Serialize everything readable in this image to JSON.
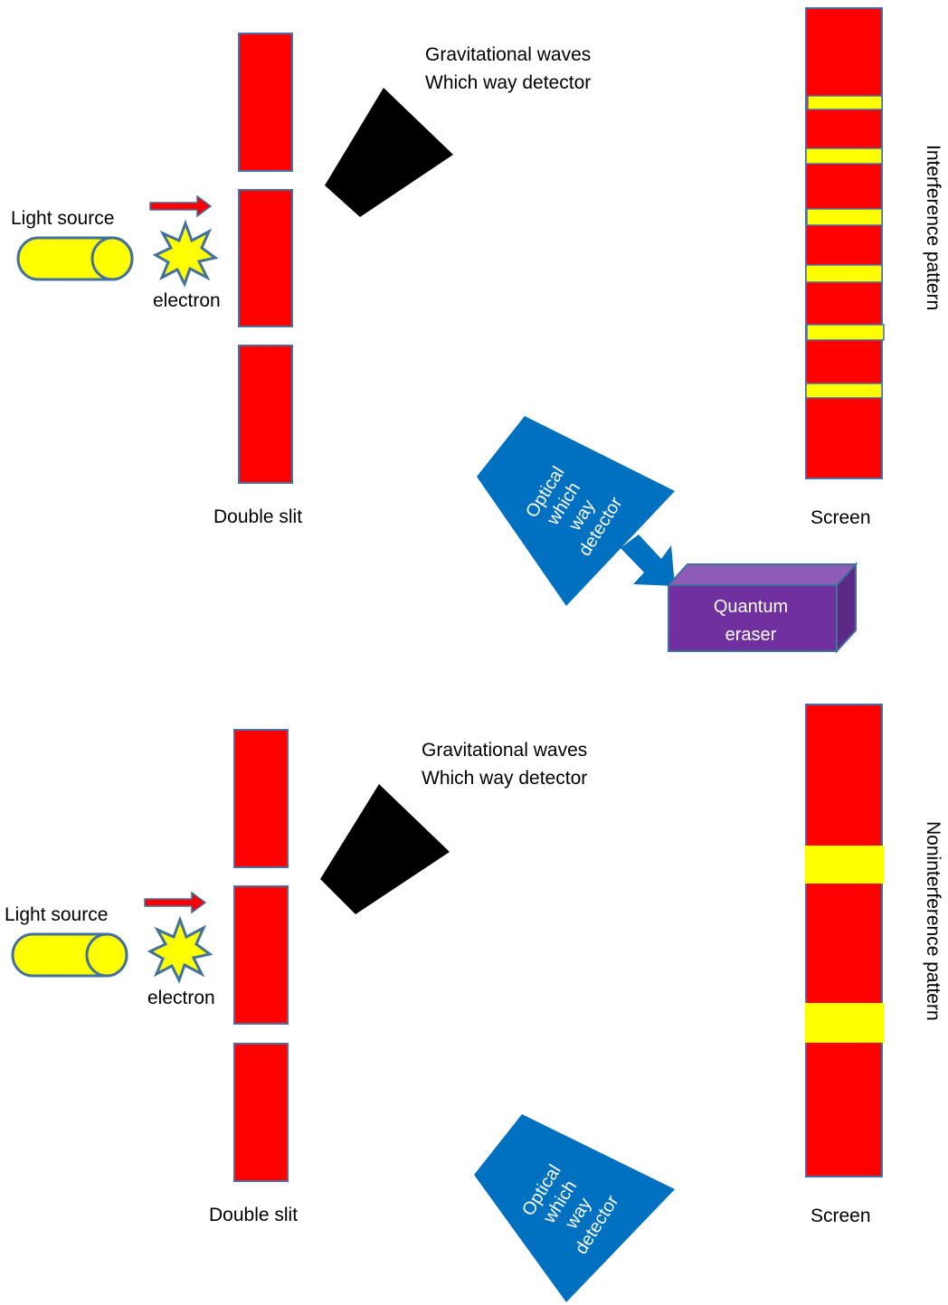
{
  "colors": {
    "slit": "#ff0000",
    "slit_border": "#4a6fa5",
    "source": "#ffff00",
    "source_border": "#41719c",
    "arrow": "#ff0000",
    "grav_detector": "#000000",
    "optical_detector": "#0070c0",
    "eraser": "#7030a0",
    "band": "#ffff00",
    "screen": "#ff0000"
  },
  "icons": {
    "light_source": "cylinder-icon",
    "electron": "burst-star-icon",
    "direction": "right-arrow-icon"
  },
  "top": {
    "light_source_label": "Light source",
    "electron_label": "electron",
    "slit_label": "Double slit",
    "grav_label_line1": "Gravitational waves",
    "grav_label_line2": "Which way detector",
    "optical_line1": "Optical",
    "optical_line2": "which",
    "optical_line3": "way",
    "optical_line4": "detector",
    "eraser_line1": "Quantum",
    "eraser_line2": "eraser",
    "screen_label": "Screen",
    "pattern_label": "Interference pattern",
    "band_count": 6
  },
  "bottom": {
    "light_source_label": "Light source",
    "electron_label": "electron",
    "slit_label": "Double slit",
    "grav_label_line1": "Gravitational waves",
    "grav_label_line2": "Which way detector",
    "optical_line1": "Optical",
    "optical_line2": "which",
    "optical_line3": "way",
    "optical_line4": "detector",
    "screen_label": "Screen",
    "pattern_label": "Noninterference pattern",
    "band_count": 2
  }
}
